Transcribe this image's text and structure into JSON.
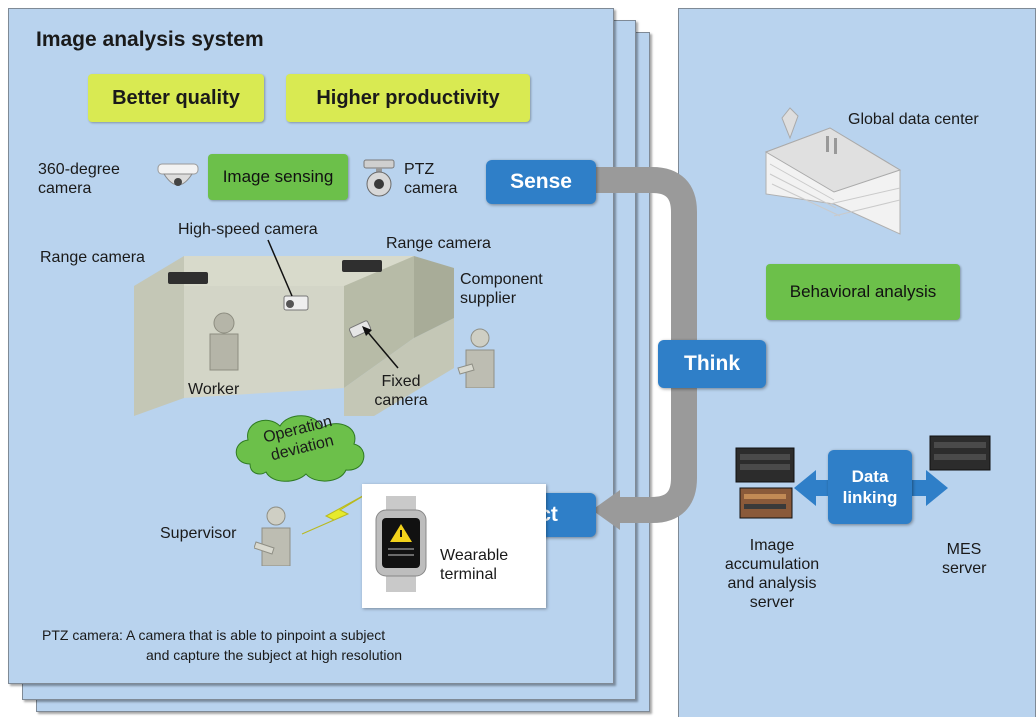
{
  "left_panel": {
    "title": "Image analysis system",
    "goal_1": "Better quality",
    "goal_2": "Higher productivity",
    "image_sensing": "Image sensing",
    "camera_360": "360-degree camera",
    "ptz_camera": "PTZ camera",
    "high_speed_camera": "High-speed camera",
    "range_camera_left": "Range camera",
    "range_camera_right": "Range camera",
    "component_supplier": "Component supplier",
    "worker": "Worker",
    "fixed_camera": "Fixed camera",
    "operation_deviation": "Operation deviation",
    "supervisor": "Supervisor",
    "wearable_terminal": "Wearable terminal",
    "footnote_line1": "PTZ camera: A camera that is able to pinpoint a subject",
    "footnote_line2": "and capture the subject at high resolution"
  },
  "cycle": {
    "sense": "Sense",
    "think": "Think",
    "act": "Act"
  },
  "right_panel": {
    "global_data_center": "Global data center",
    "behavioral_analysis": "Behavioral analysis",
    "data_linking": "Data linking",
    "image_server": "Image accumulation and analysis server",
    "mes_server": "MES server"
  },
  "colors": {
    "panel": "#b9d3ee",
    "accent_blue": "#2f7fc8",
    "goal_yellow": "#d9ea52",
    "action_green": "#6cc04a"
  }
}
